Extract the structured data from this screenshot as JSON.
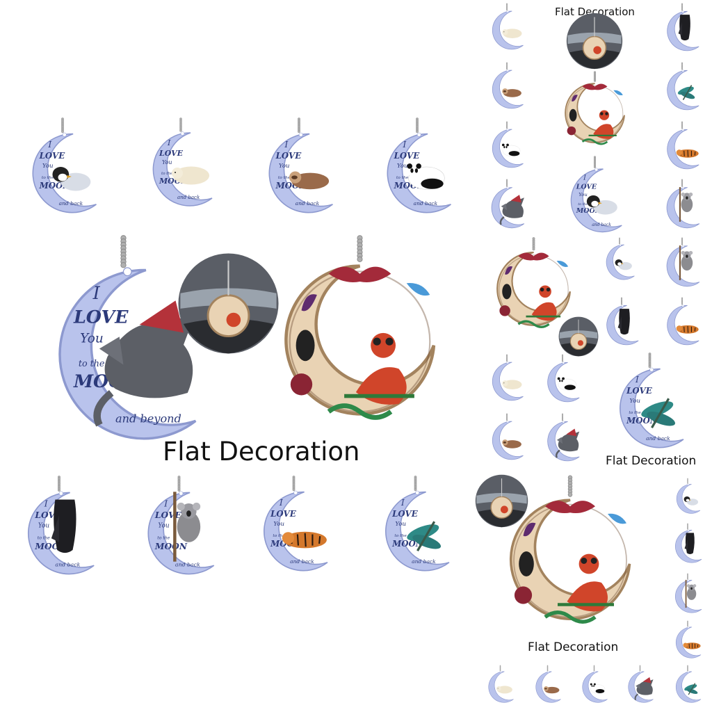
{
  "captions": {
    "main": "Flat Decoration",
    "top_right": "Flat Decoration",
    "middle_right": "Flat Decoration",
    "bottom_right": "Flat Decoration"
  },
  "moon_text": {
    "line1": "I",
    "line2": "LOVE",
    "line3": "You",
    "line4": "to the",
    "line5": "MOON",
    "line6_back": "and back",
    "line6_beyond": "and beyond"
  },
  "colors": {
    "moon_fill": "#b9c3ec",
    "moon_edge": "#8d99cf",
    "moon_text": "#2c3a7a",
    "frog_moon": "#e9d3b4",
    "frog_moon_edge": "#a3835e",
    "frog": "#d0452a",
    "chain": "#b0b0b0"
  },
  "items": [
    {
      "kind": "moon",
      "animal": "penguin-icon"
    },
    {
      "kind": "moon",
      "animal": "polar-bear-icon"
    },
    {
      "kind": "moon",
      "animal": "sloth-icon"
    },
    {
      "kind": "moon",
      "animal": "panda-icon"
    },
    {
      "kind": "moon",
      "animal": "dragon-icon"
    },
    {
      "kind": "photo",
      "animal": "car-mirror-photo-icon"
    },
    {
      "kind": "frog",
      "animal": "frog-icon"
    },
    {
      "kind": "moon",
      "animal": "bat-icon"
    },
    {
      "kind": "moon",
      "animal": "koala-icon"
    },
    {
      "kind": "moon",
      "animal": "tiger-icon"
    },
    {
      "kind": "moon",
      "animal": "dragonfly-icon"
    }
  ]
}
